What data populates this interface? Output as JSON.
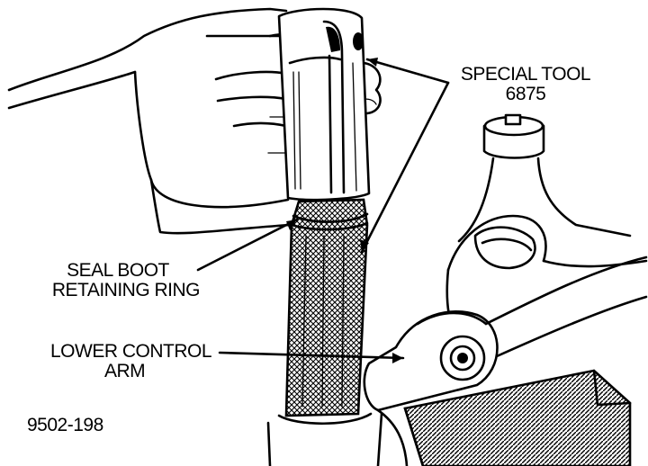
{
  "diagram": {
    "labels": {
      "special_tool_line1": "SPECIAL TOOL",
      "special_tool_line2": "6875",
      "seal_boot_line1": "SEAL BOOT",
      "seal_boot_line2": "RETAINING RING",
      "lower_arm_line1": "LOWER CONTROL",
      "lower_arm_line2": "ARM",
      "figure_number": "9502-198"
    },
    "colors": {
      "ink": "#000000",
      "paper": "#ffffff"
    }
  }
}
